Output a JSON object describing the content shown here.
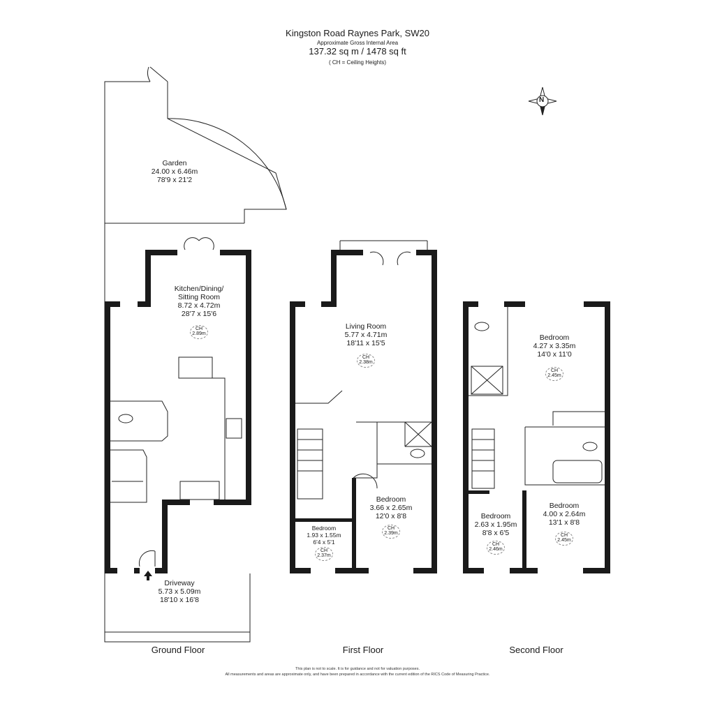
{
  "header": {
    "address": "Kingston Road Raynes Park, SW20",
    "area_label": "Approximate Gross Internal Area",
    "area_value": "137.32 sq m /  1478 sq ft",
    "ch_note": "( CH = Ceiling Heights)"
  },
  "footer": {
    "line1": "This plan is not to scale. It is for guidance and not for valuation purposes.",
    "line2": "All measurements and areas are approximate only, and have been prepared in accordance with the current edition of the RICS Code of Measuring Practice."
  },
  "compass": {
    "letter": "N"
  },
  "floors": {
    "ground": "Ground Floor",
    "first": "First Floor",
    "second": "Second Floor"
  },
  "ch_label": "CH",
  "rooms": {
    "garden": {
      "name": "Garden",
      "metric": "24.00 x 6.46m",
      "imperial": "78'9 x 21'2"
    },
    "kitchen": {
      "name": "Kitchen/Dining/",
      "name2": "Sitting Room",
      "metric": "8.72 x 4.72m",
      "imperial": "28'7 x 15'6",
      "ch": "2.89m"
    },
    "driveway": {
      "name": "Driveway",
      "metric": "5.73 x 5.09m",
      "imperial": "18'10 x 16'8"
    },
    "living": {
      "name": "Living Room",
      "metric": "5.77 x 4.71m",
      "imperial": "18'11 x 15'5",
      "ch": "2.38m"
    },
    "bed_ff_main": {
      "name": "Bedroom",
      "metric": "3.66 x 2.65m",
      "imperial": "12'0 x 8'8",
      "ch": "2.39m"
    },
    "bed_ff_small": {
      "name": "Bedroom",
      "metric": "1.93 x 1.55m",
      "imperial": "6'4 x 5'1",
      "ch": "2.37m"
    },
    "bed_sf_top": {
      "name": "Bedroom",
      "metric": "4.27 x 3.35m",
      "imperial": "14'0 x 11'0",
      "ch": "2.45m"
    },
    "bed_sf_left": {
      "name": "Bedroom",
      "metric": "2.63 x 1.95m",
      "imperial": "8'8 x 6'5",
      "ch": "2.46m"
    },
    "bed_sf_right": {
      "name": "Bedroom",
      "metric": "4.00 x 2.64m",
      "imperial": "13'1 x 8'8",
      "ch": "2.45m"
    }
  }
}
